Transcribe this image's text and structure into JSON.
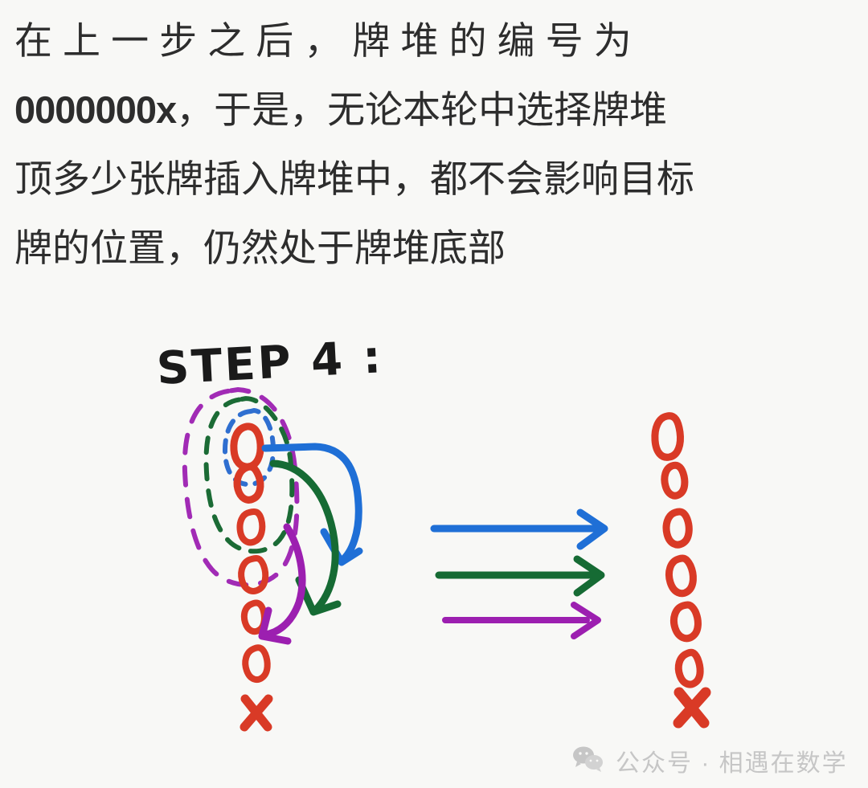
{
  "page": {
    "background_color": "#f8f8f6",
    "text_color": "#2d2d2d"
  },
  "paragraph": {
    "lines": [
      "在 上 一 步 之 后 ， 牌 堆 的 编 号 为",
      "，于是，无论本轮中选择牌堆",
      "顶多少张牌插入牌堆中，都不会影响目标",
      "牌的位置，仍然处于牌堆底部"
    ],
    "emphasis_code": "0000000x"
  },
  "figure": {
    "step_label": "STEP 4 :",
    "ink_color": "#d93a26",
    "left_stack": {
      "name": "before-stack",
      "symbols": [
        "O",
        "O",
        "O",
        "O",
        "O",
        "O",
        "X"
      ],
      "count": 7
    },
    "right_stack": {
      "name": "after-stack",
      "symbols": [
        "O",
        "O",
        "O",
        "O",
        "O",
        "O",
        "X"
      ],
      "count": 7
    },
    "selection_loops": [
      {
        "name": "blue-loop",
        "color": "#2f6fd0",
        "covers": 1
      },
      {
        "name": "green-loop",
        "color": "#1b6b35",
        "covers": 2
      },
      {
        "name": "purple-loop",
        "color": "#a12bb5",
        "covers": 3
      }
    ],
    "curved_arrows": [
      {
        "name": "blue-curved-arrow",
        "color": "#1f6fd6"
      },
      {
        "name": "green-curved-arrow",
        "color": "#166b34"
      },
      {
        "name": "purple-curved-arrow",
        "color": "#9c1fb0"
      }
    ],
    "straight_arrows": [
      {
        "name": "blue-transform-arrow",
        "color": "#1f6fd6"
      },
      {
        "name": "green-transform-arrow",
        "color": "#166b34"
      },
      {
        "name": "purple-transform-arrow",
        "color": "#9c1fb0"
      }
    ]
  },
  "watermark": {
    "icon": "wechat-icon",
    "text": "公众号 · 相遇在数学",
    "color": "#c6c6c6"
  }
}
